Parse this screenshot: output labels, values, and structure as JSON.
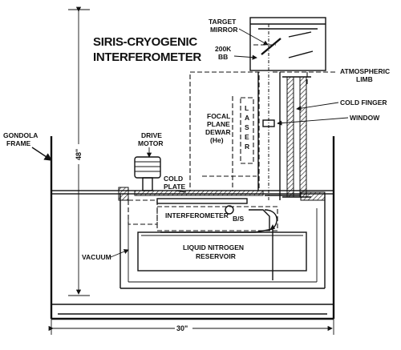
{
  "title": {
    "line1": "SIRIS-CRYOGENIC",
    "line2": "INTERFEROMETER"
  },
  "labels": {
    "target_mirror_1": "TARGET",
    "target_mirror_2": "MIRROR",
    "bb_1": "200K",
    "bb_2": "BB",
    "atmospheric_limb_1": "ATMOSPHERIC",
    "atmospheric_limb_2": "LIMB",
    "cold_finger": "COLD FINGER",
    "window": "WINDOW",
    "laser": [
      "L",
      "A",
      "S",
      "E",
      "R"
    ],
    "focal_plane_1": "FOCAL",
    "focal_plane_2": "PLANE",
    "focal_plane_3": "DEWAR",
    "focal_plane_4": "(He)",
    "gondola_1": "GONDOLA",
    "gondola_2": "FRAME",
    "drive_motor_1": "DRIVE",
    "drive_motor_2": "MOTOR",
    "cold_plate_1": "COLD",
    "cold_plate_2": "PLATE",
    "interferometer": "INTERFEROMETER",
    "bs": "B/S",
    "vacuum": "VACUUM",
    "ln2_1": "LIQUID NITROGEN",
    "ln2_2": "RESERVOIR"
  },
  "dimensions": {
    "height": "48\"",
    "width": "30\""
  }
}
